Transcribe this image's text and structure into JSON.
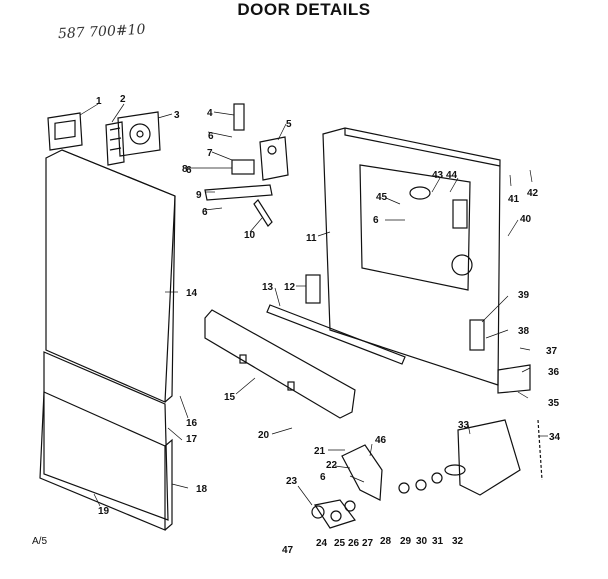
{
  "title": "DOOR DETAILS",
  "model_note": "587 700#10",
  "page_code": "A/5",
  "callouts": [
    "1",
    "2",
    "3",
    "4",
    "5",
    "6",
    "6",
    "6",
    "6",
    "6",
    "7",
    "8",
    "9",
    "10",
    "11",
    "12",
    "13",
    "14",
    "15",
    "16",
    "17",
    "18",
    "19",
    "20",
    "21",
    "22",
    "23",
    "24",
    "25",
    "26",
    "27",
    "28",
    "29",
    "30",
    "31",
    "32",
    "33",
    "34",
    "35",
    "36",
    "37",
    "38",
    "39",
    "40",
    "41",
    "42",
    "43",
    "44",
    "45",
    "46",
    "47"
  ]
}
